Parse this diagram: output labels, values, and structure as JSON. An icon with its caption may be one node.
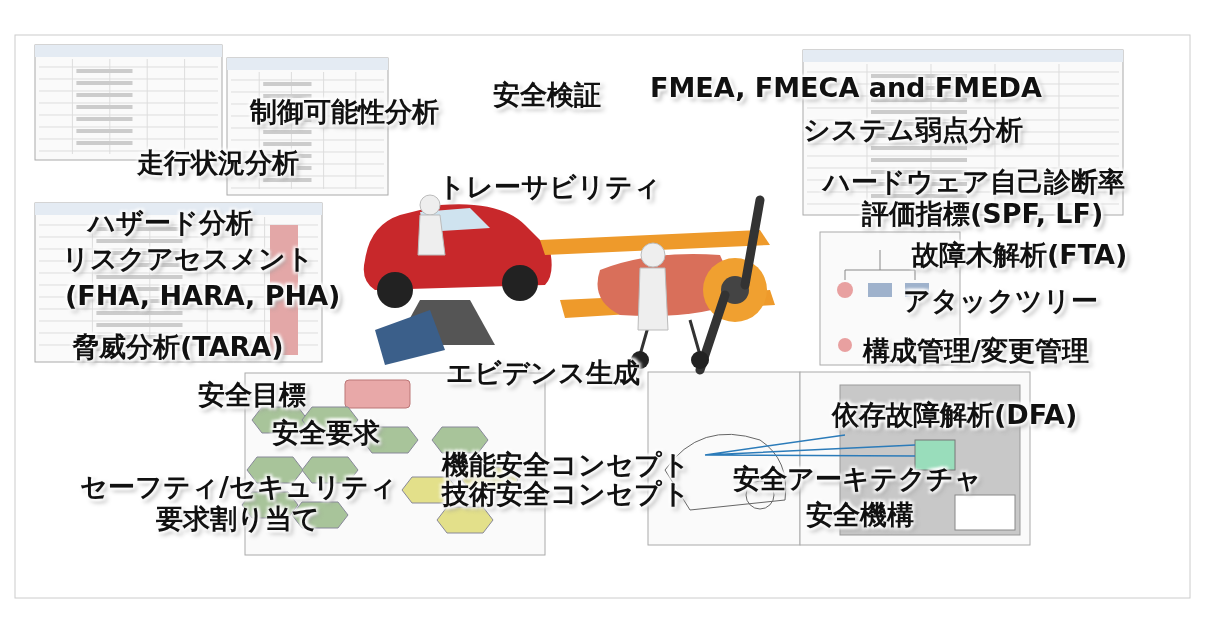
{
  "diagram": {
    "labels": [
      "FMEA, FMECA and FMEDA",
      "安全検証",
      "制御可能性分析",
      "システム弱点分析",
      "走行状況分析",
      "トレーサビリティ",
      "ハードウェア自己診断率",
      "評価指標(SPF, LF)",
      "ハザード分析",
      "リスクアセスメント",
      "(FHA, HARA, PHA)",
      "故障木解析(FTA)",
      "アタックツリー",
      "脅威分析(TARA)",
      "構成管理/変更管理",
      "エビデンス生成",
      "安全目標",
      "依存故障解析(DFA)",
      "安全要求",
      "機能安全コンセプト",
      "技術安全コンセプト",
      "安全アーキテクチャ",
      "セーフティ/セキュリティ",
      "要求割り当て",
      "安全機構"
    ]
  }
}
